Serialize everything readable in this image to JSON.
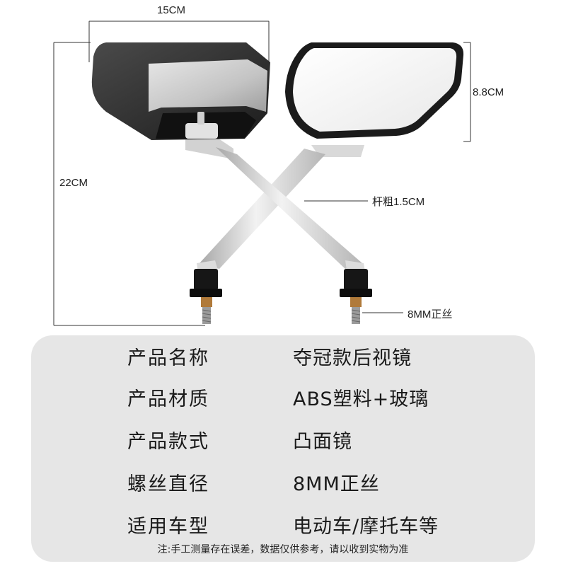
{
  "dimensions": {
    "width": "15CM",
    "height_total": "22CM",
    "mirror_height": "8.8CM",
    "rod_thickness": "杆粗1.5CM",
    "thread": "8MM正丝"
  },
  "specs": [
    {
      "label": "产品名称",
      "value": "夺冠款后视镜"
    },
    {
      "label": "产品材质",
      "value": "ABS塑料+玻璃"
    },
    {
      "label": "产品款式",
      "value": "凸面镜"
    },
    {
      "label": "螺丝直径",
      "value": "8MM正丝"
    },
    {
      "label": "适用车型",
      "value": "电动车/摩托车等"
    }
  ],
  "note": "注:手工测量存在误差，数据仅供参考，请以收到实物为准",
  "colors": {
    "panel_bg": "#e6e6e6",
    "housing_dark": "#2a2a2a",
    "housing_silver": "#c9c9c9",
    "mirror_glass": "#f7f7f7",
    "rod": "#d6d6d6"
  }
}
